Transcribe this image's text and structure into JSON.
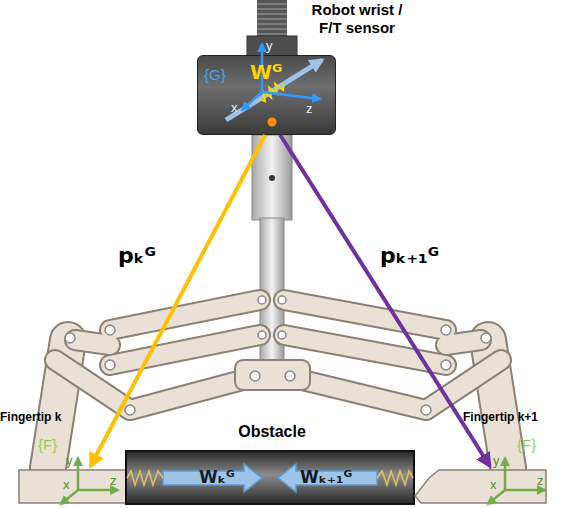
{
  "diagram": {
    "nodes": [
      {
        "text": [
          "Robot wrist / F/T sensor",
          "{G}",
          "Wᴳ"
        ]
      },
      {
        "text": [
          "Fingertip k",
          "{F}"
        ]
      },
      {
        "text": [
          "Obstacle",
          "Wₖᴳ",
          "Wₖ₊₁ᴳ"
        ]
      },
      {
        "text": [
          "Fingertip k+1",
          "{F}"
        ]
      }
    ],
    "edges": [
      {
        "from": 0,
        "to": 1,
        "arrow": "to",
        "label": "pₖᴳ"
      },
      {
        "from": 0,
        "to": 3,
        "arrow": "to",
        "label": "pₖ₊₁ᴳ"
      }
    ],
    "labels": [
      "y",
      "x",
      "z",
      "y",
      "x",
      "z",
      "y",
      "x",
      "z"
    ]
  }
}
